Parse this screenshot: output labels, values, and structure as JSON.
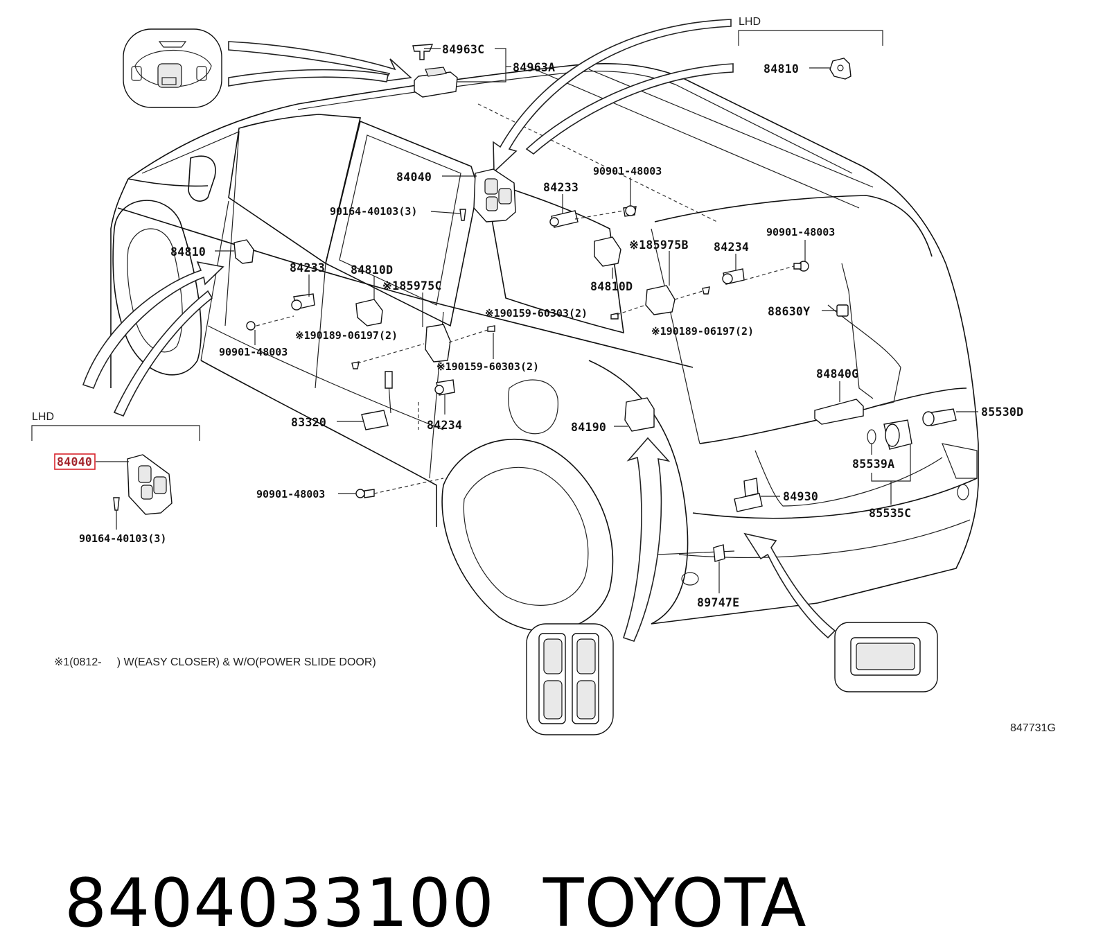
{
  "labels": {
    "p84963C": "84963C",
    "p84963A": "84963A",
    "lhd_top": "LHD",
    "p84810_top": "84810",
    "p84040_main": "84040",
    "p90901_top": "90901-48003",
    "p84233_right": "84233",
    "p90164_main": "90164-40103(3)",
    "p84810_left": "84810",
    "p84233_left": "84233",
    "p84810D_left": "84810D",
    "p185975C": "※185975C",
    "p185975B": "※185975B",
    "p84234_right": "84234",
    "p90901_right": "90901-48003",
    "p84810D_right": "84810D",
    "p190159_upper": "※190159-60303(2)",
    "p88630Y": "88630Y",
    "p190189_right": "※190189-06197(2)",
    "p190189_left": "※190189-06197(2)",
    "p90901_left": "90901-48003",
    "p190159_lower": "※190159-60303(2)",
    "p84840G": "84840G",
    "p85530D": "85530D",
    "lhd_bottom": "LHD",
    "p83320": "83320",
    "p84234_left": "84234",
    "p84190": "84190",
    "p85539A": "85539A",
    "p84040_inset": "84040",
    "p90901_bottom": "90901-48003",
    "p84930": "84930",
    "p85535C": "85535C",
    "p90164_inset": "90164-40103(3)",
    "p89747E": "89747E"
  },
  "note": "※1(0812-     ) W(EASY CLOSER) & W/O(POWER SLIDE DOOR)",
  "diagram_ref": "847731G",
  "part_number": "8404033100",
  "brand": "TOYOTA",
  "highlight_color": "#d9232b"
}
